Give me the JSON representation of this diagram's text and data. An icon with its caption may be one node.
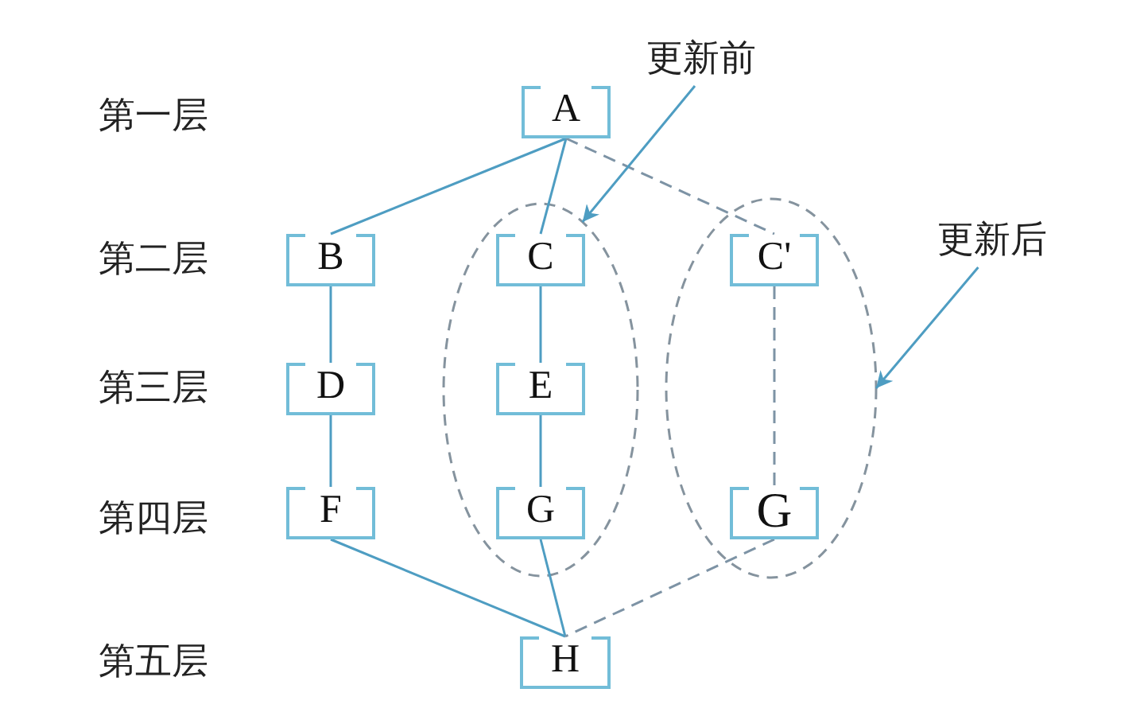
{
  "diagram": {
    "nodes": [
      {
        "text": [
          "更新前"
        ]
      },
      {
        "text": [
          "A"
        ]
      },
      {
        "text": [],
        "shape": "ellipse"
      },
      {
        "text": [],
        "shape": "ellipse"
      },
      {
        "text": [
          "更新后"
        ]
      },
      {
        "text": [
          "B"
        ]
      },
      {
        "text": [
          "C"
        ],
        "in": 2
      },
      {
        "text": [
          "C'"
        ],
        "in": 3
      },
      {
        "text": [
          "D"
        ]
      },
      {
        "text": [
          "E"
        ],
        "in": 2
      },
      {
        "text": [
          "F"
        ]
      },
      {
        "text": [
          "G"
        ],
        "in": 2
      },
      {
        "text": [
          "G"
        ],
        "in": 3
      },
      {
        "text": [
          "H"
        ]
      }
    ],
    "edges": [
      {
        "from": 1,
        "to": 5,
        "arrow": "none"
      },
      {
        "from": 1,
        "to": 6,
        "arrow": "none"
      },
      {
        "from": 1,
        "to": 7,
        "arrow": "none",
        "style": "dashed",
        "color": "#7d93a5"
      },
      {
        "from": 5,
        "to": 8,
        "arrow": "none"
      },
      {
        "from": 8,
        "to": 10,
        "arrow": "none"
      },
      {
        "from": 6,
        "to": 9,
        "arrow": "none"
      },
      {
        "from": 9,
        "to": 11,
        "arrow": "none"
      },
      {
        "from": 7,
        "to": 12,
        "arrow": "none",
        "style": "dashed",
        "color": "#7d93a5"
      },
      {
        "from": 10,
        "to": 13,
        "arrow": "none"
      },
      {
        "from": 11,
        "to": 13,
        "arrow": "none"
      },
      {
        "from": 12,
        "to": 13,
        "arrow": "none",
        "style": "dashed",
        "color": "#7d93a5"
      },
      {
        "from": 0,
        "to": 2,
        "arrow": "to"
      },
      {
        "from": 4,
        "to": 3,
        "arrow": "to"
      }
    ],
    "labels": [
      "第一层",
      "第二层",
      "第三层",
      "第四层",
      "第五层"
    ]
  }
}
